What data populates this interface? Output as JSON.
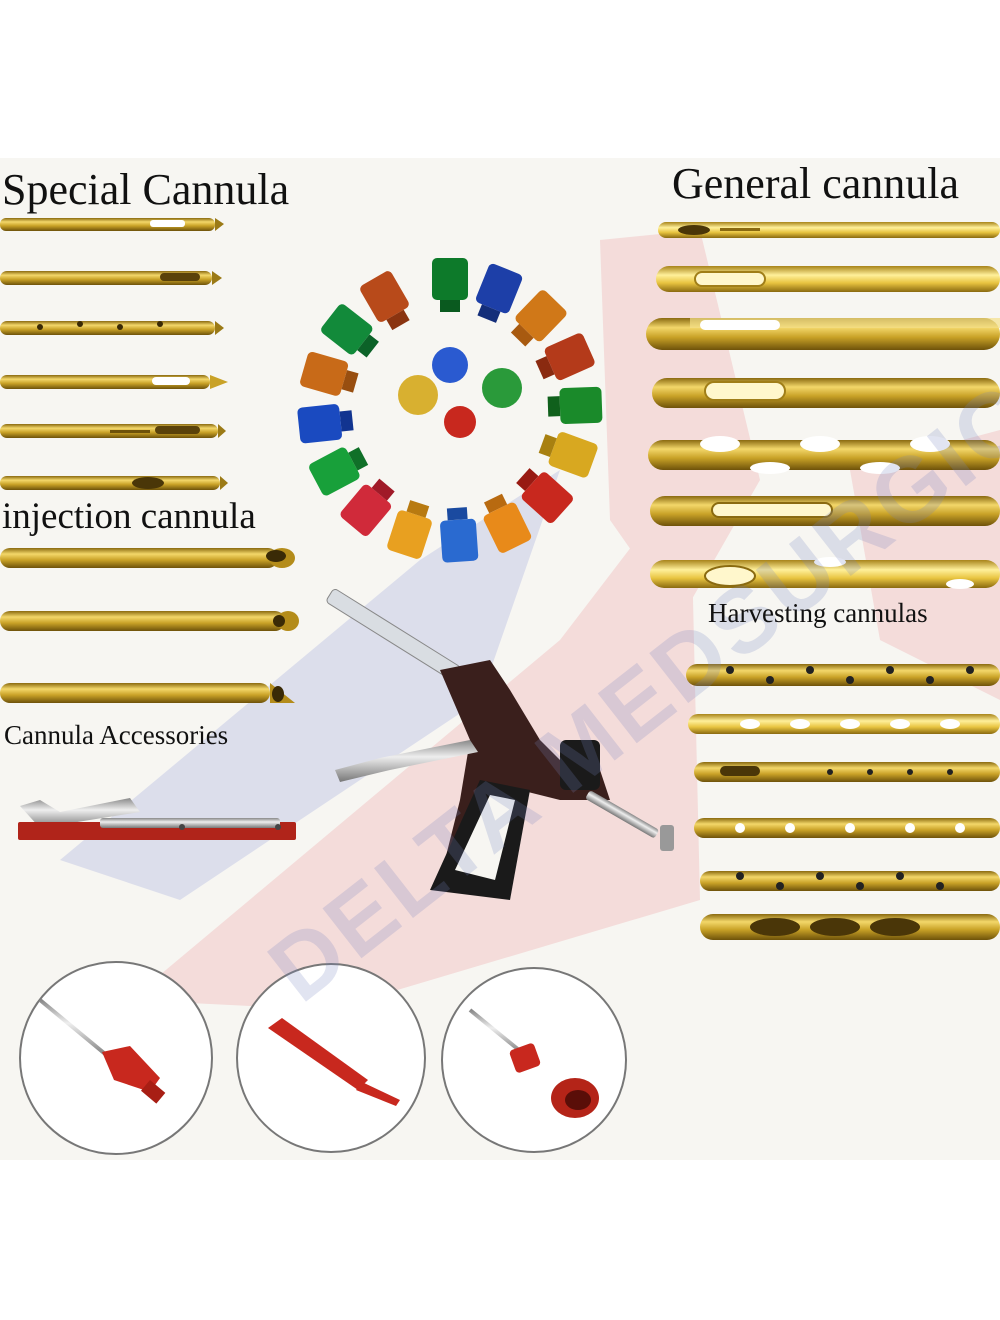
{
  "labels": {
    "special": "Special Cannula",
    "general": "General cannula",
    "injection": "injection cannula",
    "accessories": "Cannula Accessories",
    "harvesting": "Harvesting cannulas"
  },
  "watermark": "DELTA MEDSURGICAL",
  "colors": {
    "gold": "#c9a227",
    "gold_light": "#f0d060",
    "accessory_red": "#c8281e",
    "gun_body": "#3a1f1c",
    "watermark_red": "#f2c7c7",
    "watermark_blue": "#c7cbe6"
  }
}
